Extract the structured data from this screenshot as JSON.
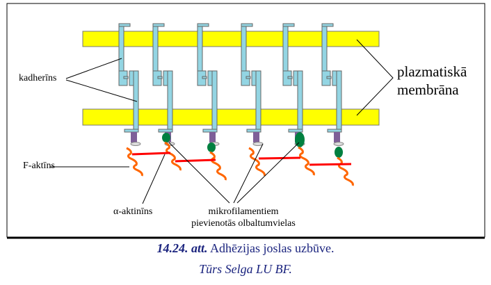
{
  "labels": {
    "cadherin": "kadherīns",
    "membrane_line1": "plazmatiskā",
    "membrane_line2": "membrāna",
    "f_actin": "F-aktīns",
    "alpha_actinin": "α-aktinīns",
    "proteins_line1": "mikrofilamentiem",
    "proteins_line2": "pievienotās olbaltumvielas"
  },
  "caption": {
    "figure_number": "14.24. att.",
    "title": "Adhēzijas joslas uzbūve.",
    "author": "Tūrs Selga LU BF."
  },
  "colors": {
    "membrane": "#ffff00",
    "cadherin": "#93d5e3",
    "anchor": "#7e5f98",
    "protein": "#008040",
    "actin": "#ff6600",
    "alpha_actinin": "#ff0000",
    "caption": "#1a237e"
  }
}
